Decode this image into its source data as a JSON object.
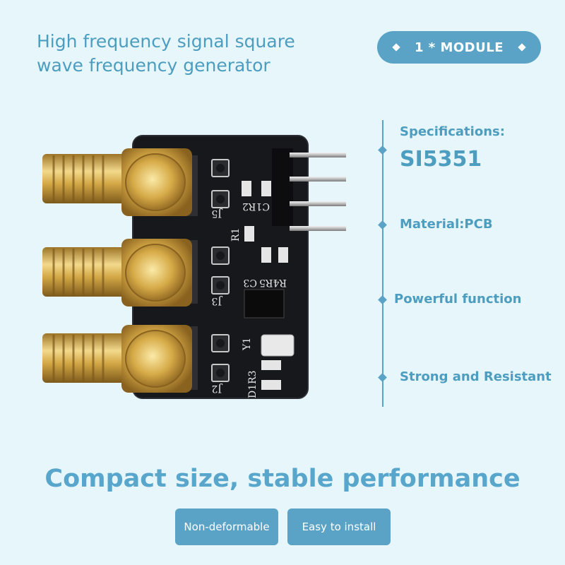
{
  "header": {
    "title_line1": "High frequency signal square",
    "title_line2": "wave frequency generator",
    "badge": "1 * MODULE"
  },
  "specs": {
    "label": "Specifications:",
    "model": "SI5351",
    "material": "Material:PCB",
    "function": "Powerful function",
    "durability": "Strong and Resistant"
  },
  "footer": {
    "headline": "Compact size, stable performance",
    "tag1": "Non-deformable",
    "tag2": "Easy to install"
  },
  "board": {
    "silk_j5": "J5",
    "silk_j3": "J3",
    "silk_j2": "J2",
    "silk_y1": "Y1",
    "silk_d1r3": "D1R3",
    "silk_c1r2": "C1R2",
    "silk_r1": "R1",
    "silk_c3": "C3",
    "silk_r4r5": "R4R5"
  },
  "colors": {
    "background": "#e6f6fa",
    "accent": "#5aa3c7",
    "pcb": "#17181b",
    "gold": "#d6aa47"
  }
}
